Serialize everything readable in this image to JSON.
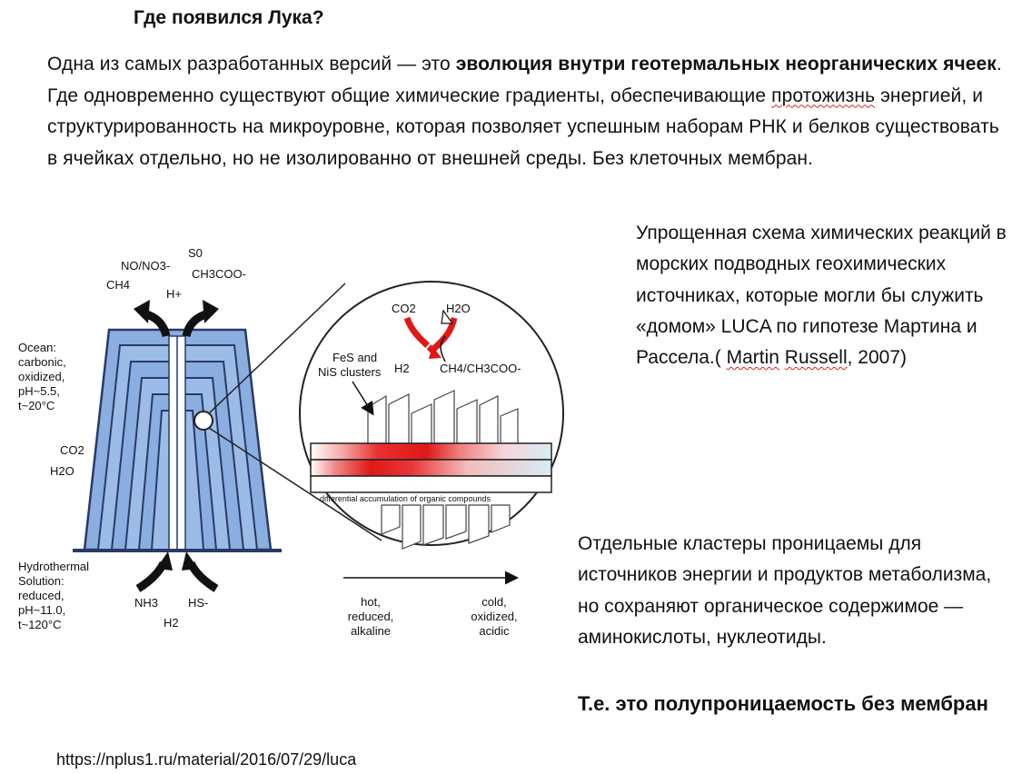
{
  "slide": {
    "title": "Где появился Лука?",
    "intro": {
      "part1": "Одна из самых разработанных версий — это ",
      "bold": "эволюция внутри геотермальных неорганических ячеек",
      "part2": ". Где одновременно существуют общие химические градиенты, обеспечивающие ",
      "flagged_word": "протожизнь",
      "part3": " энергией, и структурированность на микроуровне, которая позволяет успешным наборам РНК и белков существовать в ячейках отдельно, но не изолированно от внешней среды. Без клеточных мембран."
    },
    "caption": {
      "text": "Упрощенная схема химических реакций в морских подводных геохимических источниках, которые могли бы служить «домом» LUCA по гипотезе Мартина и Рассела.( ",
      "author1": "Martin",
      "sep": " ",
      "author2": "Russell",
      "tail": ", 2007)"
    },
    "note": "Отдельные кластеры проницаемы для источников энергии и продуктов метаболизма, но сохраняют органическое содержимое — аминокислоты, нуклеотиды.",
    "conclusion": {
      "prefix": "Т.е. это ",
      "emphasis": "полупроницаемость без мембран"
    },
    "source_url": "https://nplus1.ru/material/2016/07/29/luca"
  },
  "figure": {
    "top_outputs": [
      "NO/NO3-",
      "CH4",
      "H+",
      "S0",
      "CH3COO-"
    ],
    "ocean_label": [
      "Ocean:",
      "carbonic,",
      "oxidized,",
      "pH~5.5,",
      "t~20°C"
    ],
    "ocean_gases": [
      "CO2",
      "H2O"
    ],
    "hydro_label": [
      "Hydrothermal",
      "Solution:",
      "reduced,",
      "pH~11.0,",
      "t~120°C"
    ],
    "bottom_inputs": [
      "NH3",
      "HS-",
      "H2"
    ],
    "circle": {
      "co2": "CO2",
      "h2o": "H2O",
      "h2": "H2",
      "products": "CH4/CH3COO-",
      "clusters": [
        "FeS and",
        "NiS clusters"
      ],
      "accumulation": "differential accumulation of organic compounds"
    },
    "gradient_left": [
      "hot,",
      "reduced,",
      "alkaline"
    ],
    "gradient_right": [
      "cold,",
      "oxidized,",
      "acidic"
    ],
    "colors": {
      "chimney_blue": "#8aaee0",
      "chimney_dark": "#2a3a66",
      "heat_red": "#e01818",
      "arrow_black": "#111111"
    }
  }
}
